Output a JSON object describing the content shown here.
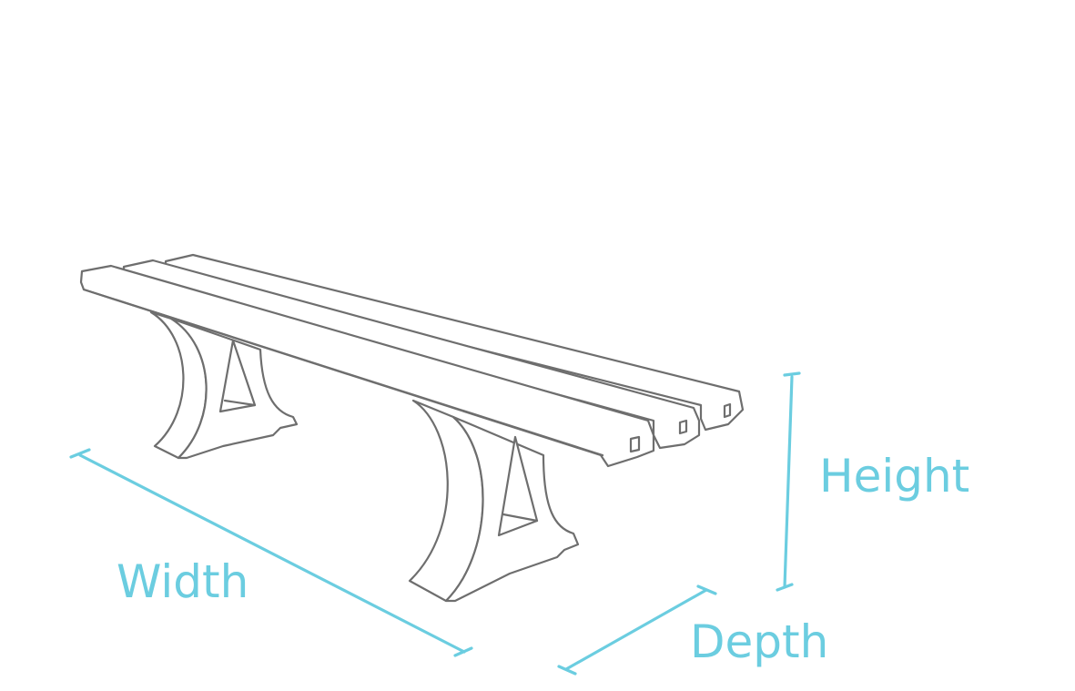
{
  "diagram": {
    "subject": "bench",
    "line_color": "#6e6e6e",
    "dimension_color": "#6bcde0",
    "labels": {
      "width": "Width",
      "height": "Height",
      "depth": "Depth"
    }
  }
}
